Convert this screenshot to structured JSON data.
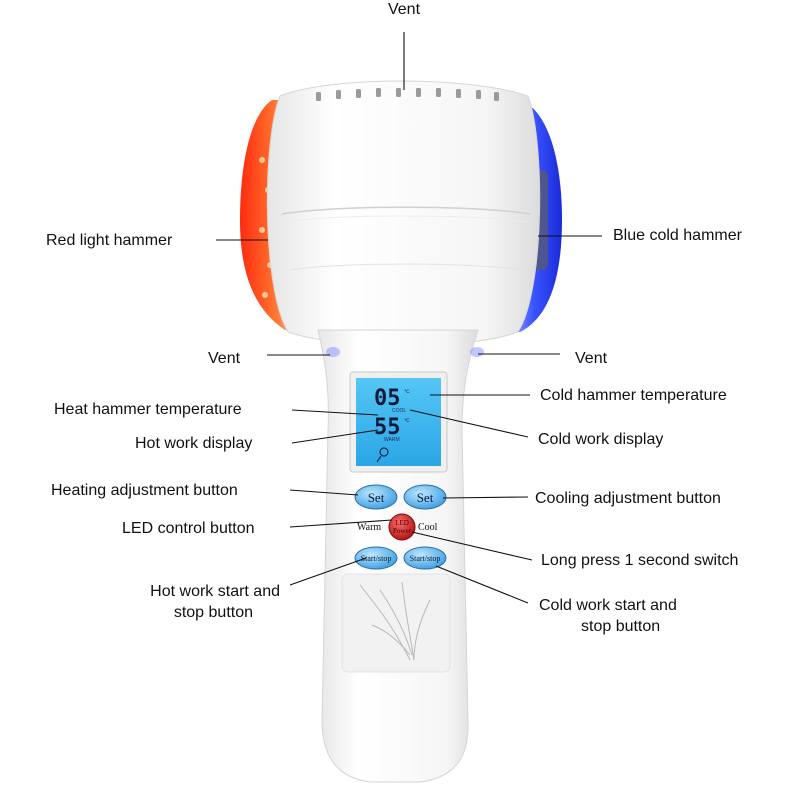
{
  "labels": {
    "vent_top": "Vent",
    "red_light_hammer": "Red light hammer",
    "blue_cold_hammer": "Blue cold hammer",
    "vent_left": "Vent",
    "vent_right": "Vent",
    "heat_hammer_temperature": "Heat hammer temperature",
    "cold_hammer_temperature": "Cold hammer temperature",
    "hot_work_display": "Hot work display",
    "cold_work_display": "Cold work display",
    "heating_adjustment_button": "Heating adjustment button",
    "cooling_adjustment_button": "Cooling adjustment button",
    "led_control_button": "LED control button",
    "long_press_switch": "Long press 1 second switch",
    "hot_work_start_stop_line1": "Hot work start and",
    "hot_work_start_stop_line2": "stop button",
    "cold_work_start_stop_line1": "Cold work start and",
    "cold_work_start_stop_line2": "stop button"
  },
  "device": {
    "lcd": {
      "cold_temp": "05",
      "cold_unit": "℃",
      "cold_tag": "COOL",
      "warm_temp": "55",
      "warm_unit": "℃",
      "warm_tag": "WARM"
    },
    "buttons": {
      "set_left": "Set",
      "set_right": "Set",
      "warm": "Warm",
      "cool": "Cool",
      "led_line1": "LED",
      "led_line2": "Power",
      "start_stop_left": "Start/stop",
      "start_stop_right": "Start/stop"
    }
  },
  "colors": {
    "red_hammer": "#ff3b1a",
    "blue_hammer": "#2b4dff",
    "lcd_screen": "#3db8f0",
    "button_blue": "#57b6ec",
    "led_button": "#d21c1c",
    "body": "#f7f7f7"
  }
}
